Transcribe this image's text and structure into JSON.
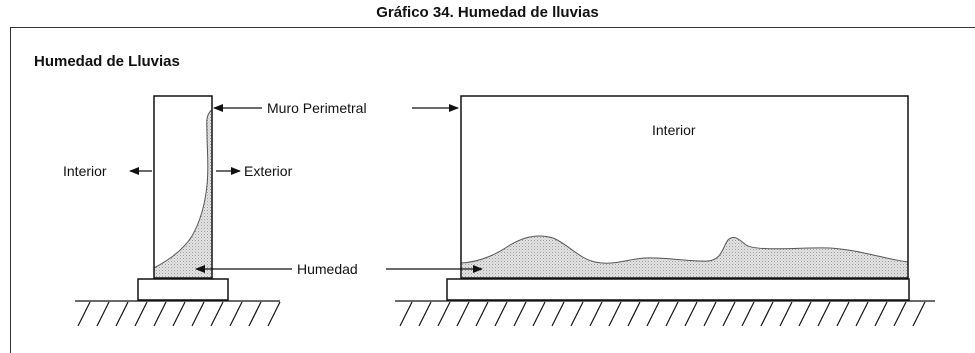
{
  "caption": "Gráfico 34. Humedad de lluvias",
  "panel_title": "Humedad de Lluvias",
  "labels": {
    "muro_perimetral": "Muro Perimetral",
    "interior_left": "Interior",
    "exterior": "Exterior",
    "interior_room": "Interior",
    "humedad": "Humedad"
  }
}
